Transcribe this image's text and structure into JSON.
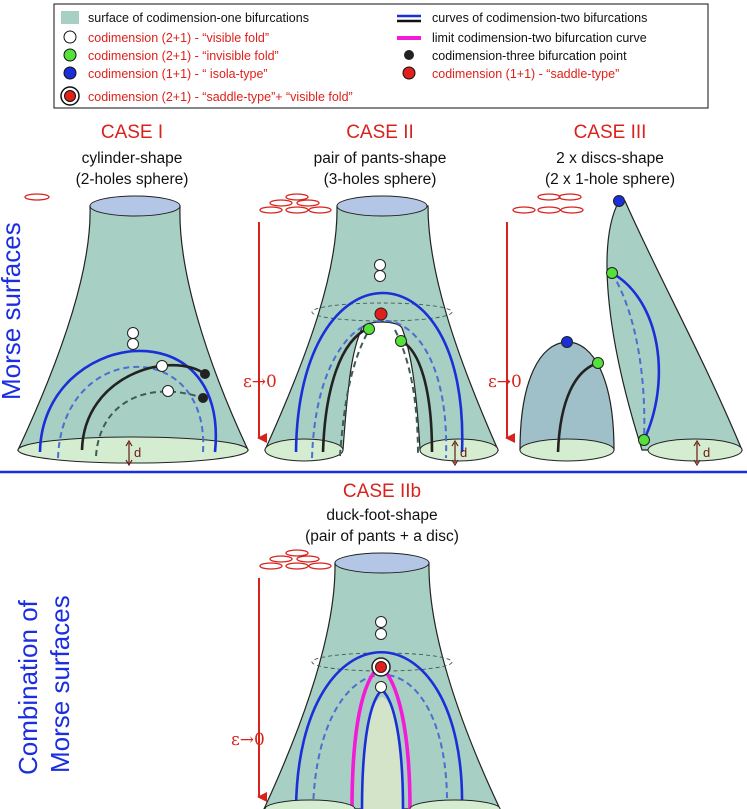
{
  "legend": {
    "items": [
      {
        "text": "surface of codimension-one bifurcations",
        "color": "black",
        "icon": "teal-swatch"
      },
      {
        "text": "codimension (2+1) - “visible fold”",
        "color": "red",
        "icon": "white-dot"
      },
      {
        "text": "codimension (2+1) - “invisible fold”",
        "color": "red",
        "icon": "green-dot"
      },
      {
        "text": "codimension (1+1) - “ isola-type”",
        "color": "red",
        "icon": "blue-dot"
      },
      {
        "text": "codimension (2+1) - “saddle-type”+ “visible fold”",
        "color": "red",
        "icon": "ringed-red-dot"
      },
      {
        "text": "curves of codimension-two bifurcations",
        "color": "black",
        "icon": "double-blue-line"
      },
      {
        "text": "limit codimension-two bifurcation curve",
        "color": "black",
        "icon": "magenta-line"
      },
      {
        "text": "codimension-three bifurcation point",
        "color": "black",
        "icon": "black-dot"
      },
      {
        "text": "codimension (1+1) - “saddle-type”",
        "color": "red",
        "icon": "red-dot"
      }
    ]
  },
  "cases": {
    "case1": {
      "title": "CASE I",
      "line1": "cylinder-shape",
      "line2": "(2-holes sphere)"
    },
    "case2": {
      "title": "CASE II",
      "line1": "pair of pants-shape",
      "line2": "(3-holes sphere)"
    },
    "case3": {
      "title": "CASE III",
      "line1": "2 x discs-shape",
      "line2": "(2 x 1-hole sphere)"
    },
    "case2b": {
      "title": "CASE IIb",
      "line1": "duck-foot-shape",
      "line2": "(pair of pants + a disc)"
    }
  },
  "side_labels": {
    "top": "Morse surfaces",
    "bottom_line1": "Combination of",
    "bottom_line2": "Morse surfaces"
  },
  "epsilon_label": "ε→0",
  "d_label": "d",
  "colors": {
    "surface": "#a8cfc4",
    "surface_edge": "#222222",
    "top_cap": "#b3c6e6",
    "bottom_cap": "#d4ecd0",
    "blue_curve": "#1a2fd8",
    "magenta_curve": "#f21bd6",
    "arrow_red": "#d8231c",
    "divider_blue": "#1b2ee0"
  }
}
